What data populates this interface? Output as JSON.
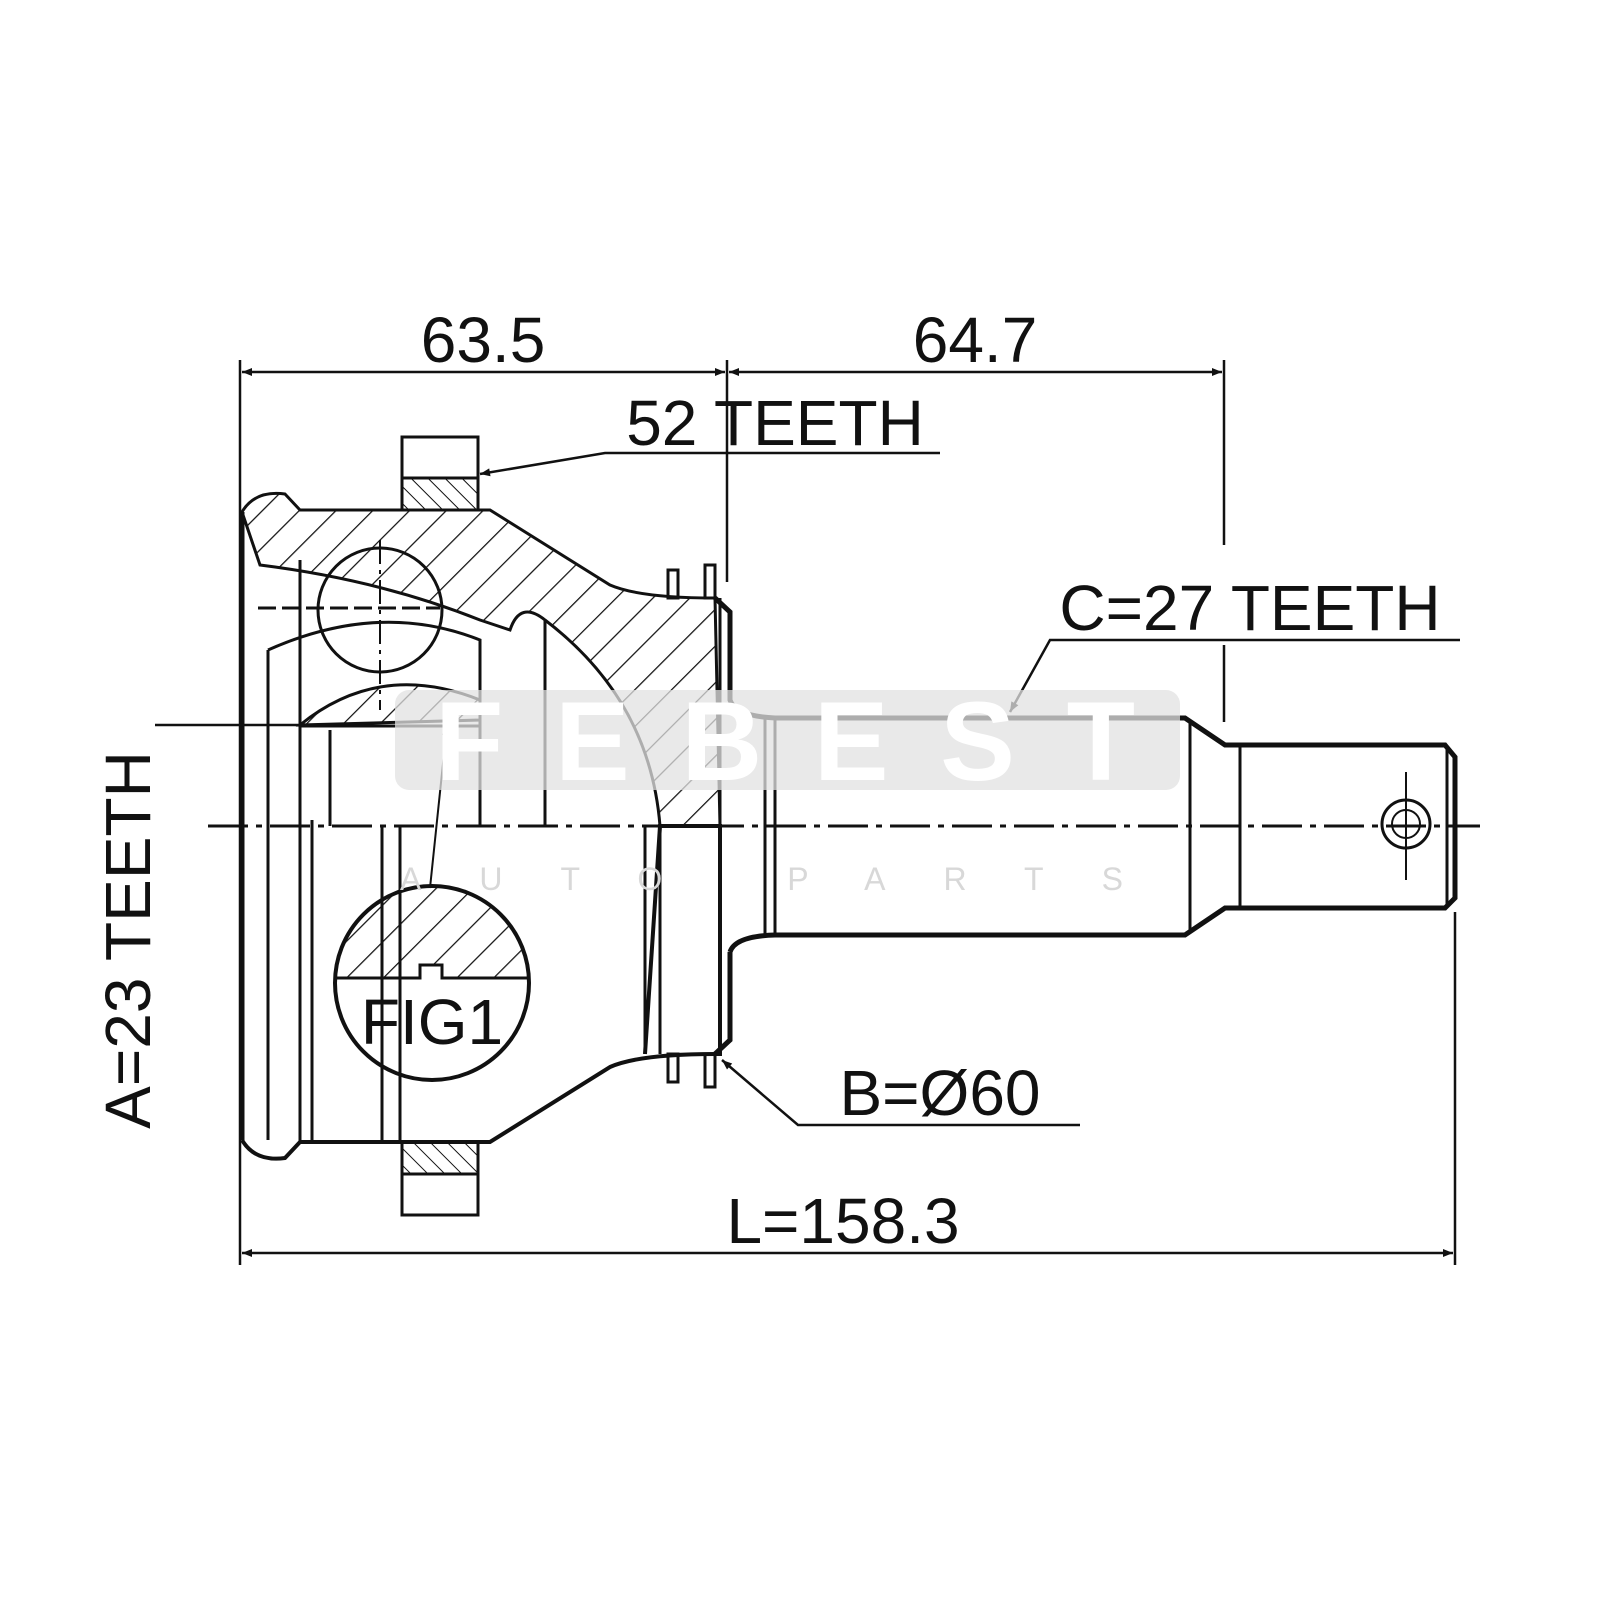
{
  "drawing": {
    "dimensions": {
      "housing_length": "63.5",
      "shaft_length": "64.7",
      "total_length": "L=158.3"
    },
    "callouts": {
      "abs_ring": "52 TEETH",
      "outer_spline": "C=27 TEETH",
      "inner_spline": "A=23 TEETH",
      "seal_diameter": "B=Ø60",
      "detail_label": "FIG1"
    },
    "watermark": {
      "brand": "FEBEST",
      "tagline": "AUTO PARTS"
    },
    "colors": {
      "line": "#111111",
      "watermark": "#e2e2e2"
    }
  }
}
